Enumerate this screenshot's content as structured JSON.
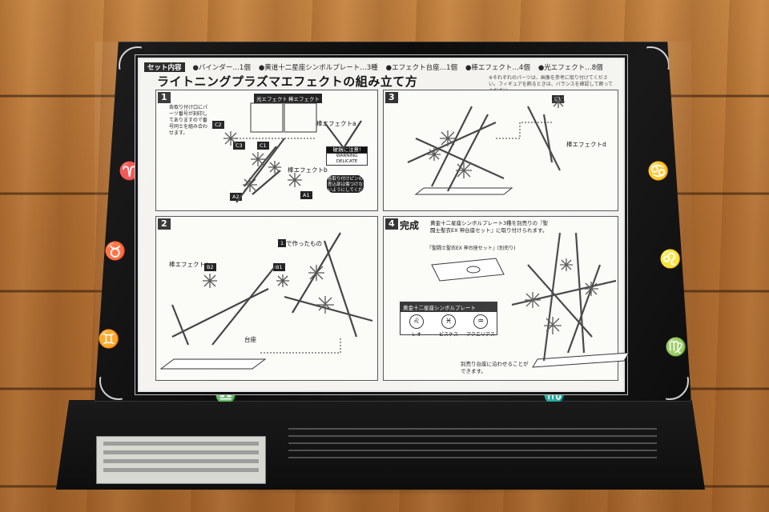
{
  "box": {
    "set_contents_label": "セット内容",
    "contents": [
      "●バインダー…1個",
      "●黄道十二星座シンボルプレート…3種",
      "●エフェクト台座…1個",
      "●棒エフェクト…4個",
      "●光エフェクト…8個"
    ],
    "title": "ライトニングプラズマエフェクトの組み立て方",
    "top_note": "※それぞれのパーツは、画像を参考に取り付けてください。フィギュアを飾るときは、バランスを確認して飾ってください。",
    "step1": {
      "num": "1",
      "instructions": "各取り付け口にパーツ番号が刻印してありますので番号同士を組み合わせます。",
      "label_hikari": "光エフェクト",
      "label_bou": "棒エフェクト",
      "label_bou_a": "棒エフェクトa",
      "label_bou_b": "棒エフェクトb",
      "parts": [
        "C2",
        "C3",
        "C1",
        "A2",
        "A1"
      ],
      "warning_title": "破損に注意!",
      "warning_en": "WARNING DELICATE",
      "badge_text": "各取り付けピンの差込部は傷つけないようにしてください。"
    },
    "step2": {
      "num": "2",
      "label_bou_c": "棒エフェクトc",
      "label_made": "で作ったもの",
      "made_ref": "1",
      "parts": [
        "B2",
        "B1"
      ],
      "label_base": "台座"
    },
    "step3": {
      "num": "3",
      "parts": [
        "C1"
      ],
      "label_bou_d": "棒エフェクトd"
    },
    "step4": {
      "num": "4",
      "title": "完成",
      "text": "黄金十二星座シンボルプレート3種を別売りの『聖闘士聖衣EX 神台座セット』に取り付けられます。",
      "sold_sep_label": "『聖闘士聖衣EX 神台座セット』(別売り)",
      "plate_box_title": "黄金十二星座シンボルプレート",
      "plates": [
        "レオ",
        "ピスケス",
        "アクエリアス"
      ],
      "bottom_text": "別売り台座に沿わせることができます。"
    }
  }
}
